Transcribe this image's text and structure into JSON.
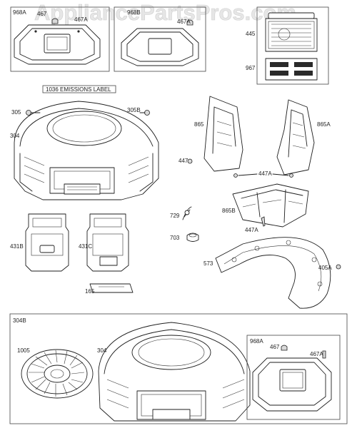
{
  "watermark": "AppliancePartsPros.com",
  "emissions_label": "1036 EMISSIONS LABEL",
  "parts": {
    "p968A_top": "968A",
    "p467_a": "467",
    "p467A_a": "467A",
    "p968B": "968B",
    "p467A_b": "467A",
    "p445": "445",
    "p967": "967",
    "p305": "305",
    "p305B": "305B",
    "p304_top": "304",
    "p865": "865",
    "p865A": "865A",
    "p447": "447",
    "p447A_a": "447A",
    "p865B": "865B",
    "p447A_b": "447A",
    "p729": "729",
    "p703": "703",
    "p431B": "431B",
    "p431C": "431C",
    "p165": "165",
    "p573": "573",
    "p405A": "405A",
    "p304B": "304B",
    "p1005": "1005",
    "p304_bottom": "304",
    "p968A_bottom": "968A",
    "p467_b": "467",
    "p467A_c": "467A"
  }
}
